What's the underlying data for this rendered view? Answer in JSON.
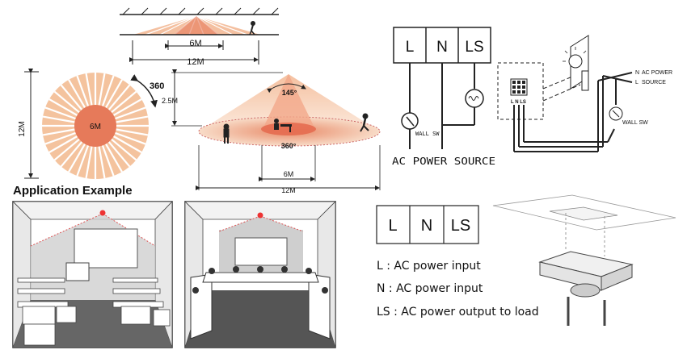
{
  "top_range": {
    "inner": "6M",
    "outer": "12M"
  },
  "top_view": {
    "inner": "6M",
    "diameter": "12M",
    "angle": "360"
  },
  "cone": {
    "height": "2.5M",
    "angle": "145°",
    "rotation": "360°",
    "inner": "6M",
    "outer": "12M"
  },
  "application": {
    "title": "Application Example"
  },
  "wiring_top": {
    "terminals": [
      "L",
      "N",
      "LS"
    ],
    "wall_sw": "WALL SW",
    "caption": "AC POWER SOURCE"
  },
  "wiring_3d": {
    "terminal_label": "L N LS",
    "ac_power": "AC POWER",
    "source": "SOURCE",
    "n": "N",
    "l": "L",
    "wall_sw": "WALL SW"
  },
  "terminal_box": {
    "labels": [
      "L",
      "N",
      "LS"
    ]
  },
  "legend": [
    "L : AC power input",
    "N : AC power input",
    "LS : AC power output to load"
  ]
}
